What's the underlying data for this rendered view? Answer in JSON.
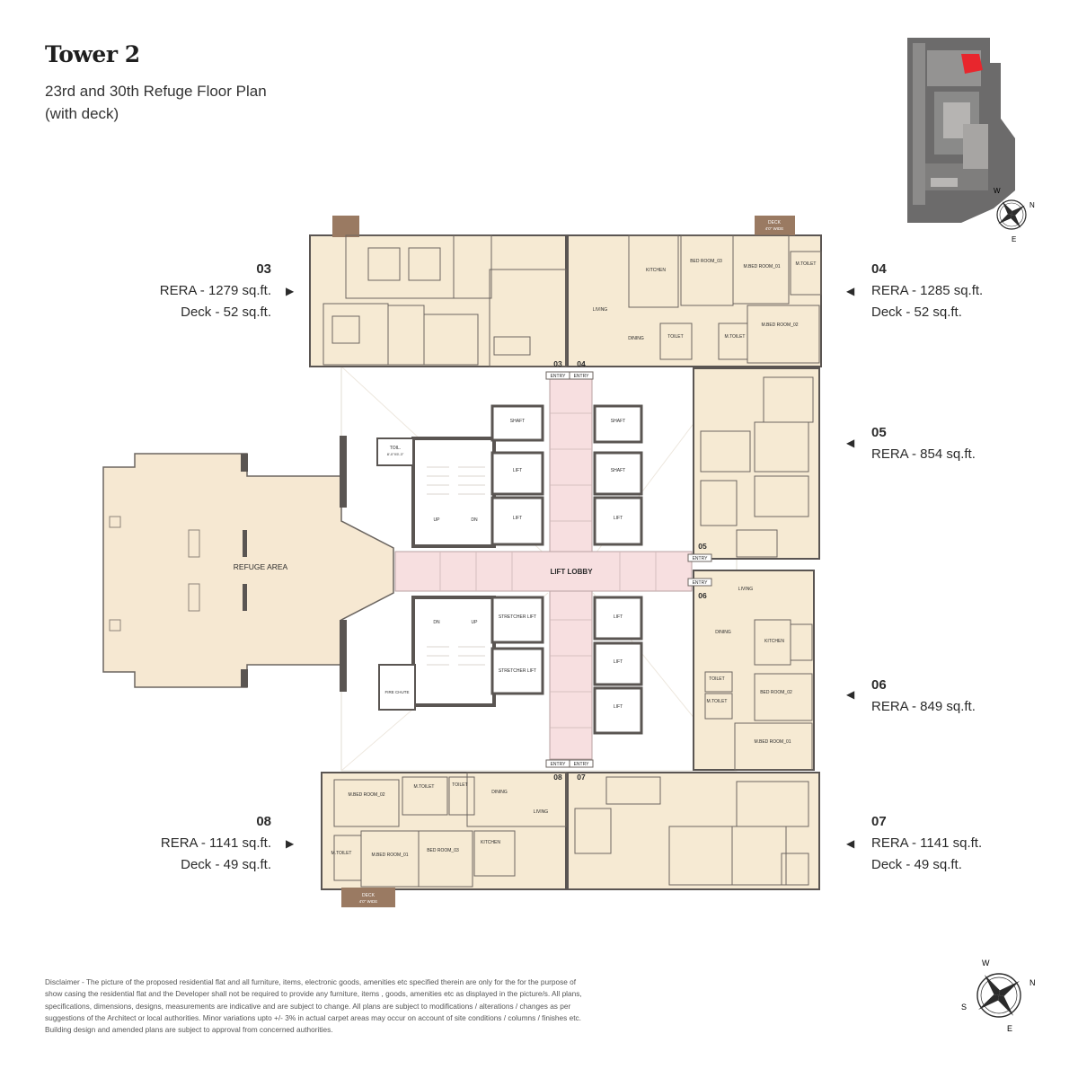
{
  "header": {
    "tower": "Tower 2",
    "floor_line1": "23rd and 30th Refuge Floor Plan",
    "floor_line2": "(with deck)"
  },
  "units": {
    "u03": {
      "number": "03",
      "rera": "RERA - 1279 sq.ft.",
      "deck": "Deck - 52 sq.ft."
    },
    "u04": {
      "number": "04",
      "rera": "RERA - 1285 sq.ft.",
      "deck": "Deck - 52 sq.ft."
    },
    "u05": {
      "number": "05",
      "rera": "RERA - 854 sq.ft."
    },
    "u06": {
      "number": "06",
      "rera": "RERA - 849 sq.ft."
    },
    "u07": {
      "number": "07",
      "rera": "RERA - 1141 sq.ft.",
      "deck": "Deck - 49 sq.ft."
    },
    "u08": {
      "number": "08",
      "rera": "RERA - 1141 sq.ft.",
      "deck": "Deck - 49 sq.ft."
    }
  },
  "plan_labels": {
    "refuge_area": "REFUGE AREA",
    "lift_lobby": "LIFT LOBBY",
    "entry": "ENTRY",
    "deck_top": "DECK",
    "deck_top_size": "4'0\" WIDE",
    "deck_bottom": "DECK",
    "deck_bottom_size": "4'0\" WIDE",
    "shaft": "SHAFT",
    "lift": "LIFT",
    "stretcher_lift": "STRETCHER LIFT",
    "toil": "TOIL.",
    "toil_size": "8'-0\"X5'-3\"",
    "fire_chute": "FIRE CHUTE",
    "up": "UP",
    "dn": "DN",
    "living": "LIVING",
    "dining": "DINING",
    "kitchen": "KITCHEN",
    "toilet": "TOILET",
    "m_toilet": "M.TOILET",
    "bed_room_02": "BED ROOM_02",
    "bed_room_03": "BED ROOM_03",
    "m_bed_room_01": "M.BED ROOM_01",
    "m_bed_room_02": "M.BED ROOM_02",
    "tag_03": "03",
    "tag_04": "04",
    "tag_05": "05",
    "tag_06": "06",
    "tag_07": "07",
    "tag_08": "08"
  },
  "compass": {
    "w": "W",
    "n": "N",
    "s": "S",
    "e": "E"
  },
  "disclaimer": "Disclaimer - The picture of the proposed residential flat and all furniture, items, electronic goods, amenities etc specified therein are only for the for the purpose of show casing the residential flat and the Developer shall not be required to provide any furniture, items , goods, amenities etc as displayed in the picture/s. All plans, specifications, dimensions, designs, measurements are indicative and are subject to change. All plans are subject to modifications / alterations / changes as per suggestions of the Architect or local authorities. Minor variations upto +/- 3% in actual carpet areas may occur on account of site conditions / columns / finishes etc. Building design and amended plans are subject to approval from concerned authorities.",
  "colors": {
    "apartment_fill": "#f6ead3",
    "refuge_fill": "#f6e8d2",
    "lobby_fill": "#f7dfe0",
    "wall": "#5a5552",
    "deck": "#9a7a62",
    "keyplan_bg": "#707070",
    "keyplan_highlight": "#e8262d"
  }
}
